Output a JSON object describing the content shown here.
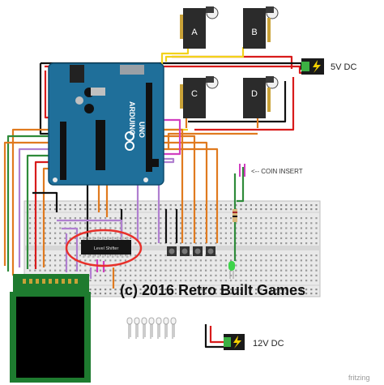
{
  "servos": [
    "A",
    "B",
    "C",
    "D"
  ],
  "power_5v_label": "5V DC",
  "power_12v_label": "12V DC",
  "coin_insert_label": "<-- COIN INSERT",
  "copyright_text": "(c) 2016 Retro Built Games",
  "level_shifter_label": "Level Shifter",
  "arduino": {
    "brand_text": "ARDUINO",
    "model_text": "UNO"
  },
  "watermark_text": "fritzing",
  "colors": {
    "arduino_board": "#1f6f9a",
    "breadboard": "#e6e6e6",
    "wire_red": "#d81b1b",
    "wire_orange": "#e07a1f",
    "wire_yellow": "#f2d21a",
    "wire_purple": "#b07fd0",
    "wire_magenta": "#d13fc0",
    "wire_green": "#2e8b3a",
    "highlight_circle": "#e8302a",
    "lcd_frame": "#1e7b2f"
  }
}
